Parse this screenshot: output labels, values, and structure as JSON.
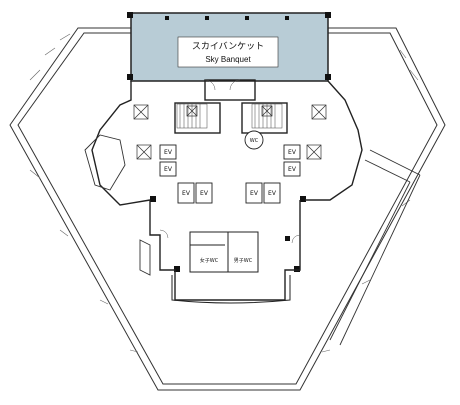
{
  "banquet": {
    "name_ja": "スカイバンケット",
    "name_en": "Sky Banquet",
    "highlight_color": "#b8ccd6"
  },
  "labels": {
    "ev": "EV",
    "wc": "WC",
    "female_wc": "女子WC",
    "male_wc": "男子WC"
  },
  "colors": {
    "wall": "#222222",
    "line": "#444444",
    "background": "#ffffff"
  }
}
